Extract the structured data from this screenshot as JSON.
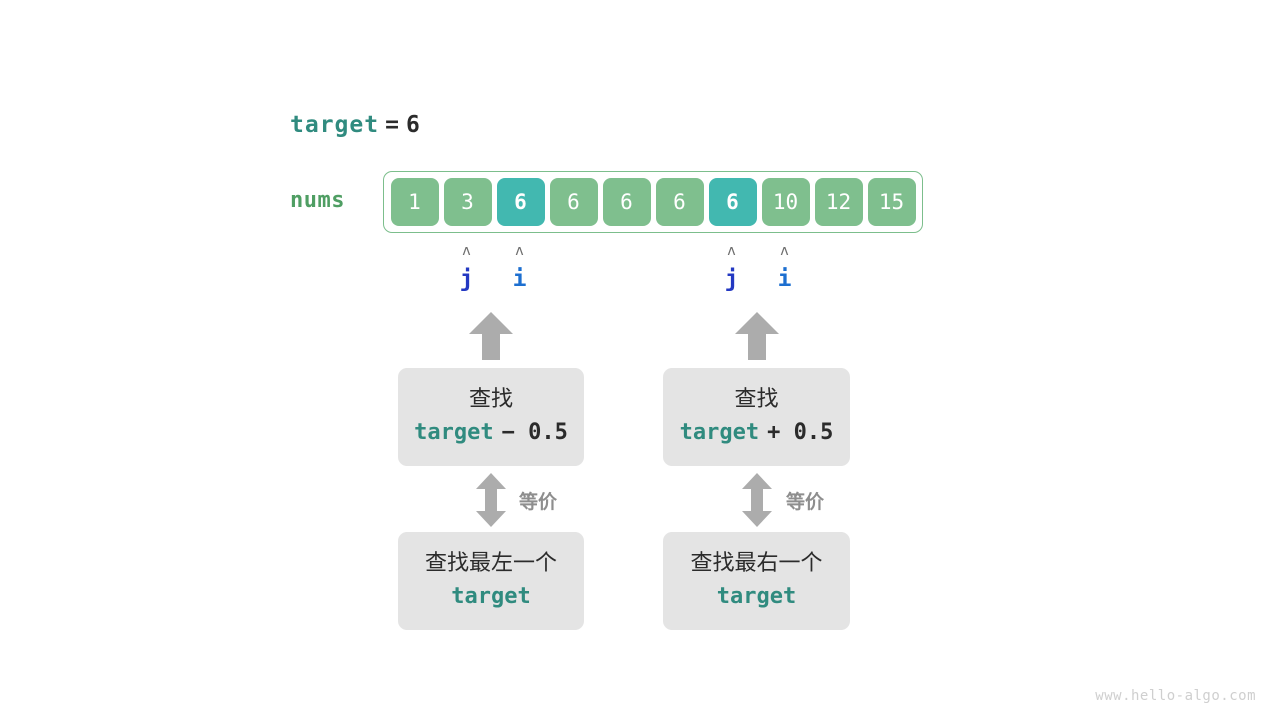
{
  "header": {
    "target_name": "target",
    "equals": "=",
    "target_value": "6"
  },
  "array": {
    "label": "nums",
    "cells": [
      {
        "value": "1",
        "highlighted": false
      },
      {
        "value": "3",
        "highlighted": false
      },
      {
        "value": "6",
        "highlighted": true
      },
      {
        "value": "6",
        "highlighted": false
      },
      {
        "value": "6",
        "highlighted": false
      },
      {
        "value": "6",
        "highlighted": false
      },
      {
        "value": "6",
        "highlighted": true
      },
      {
        "value": "10",
        "highlighted": false
      },
      {
        "value": "12",
        "highlighted": false
      },
      {
        "value": "15",
        "highlighted": false
      }
    ]
  },
  "pointers": {
    "caret_glyph": "ʌ",
    "left_group": {
      "j": {
        "label": "j",
        "color": "#2338c2",
        "cell_index": 1
      },
      "i": {
        "label": "i",
        "color": "#1d6fd0",
        "cell_index": 2
      }
    },
    "right_group": {
      "j": {
        "label": "j",
        "color": "#2338c2",
        "cell_index": 6
      },
      "i": {
        "label": "i",
        "color": "#1d6fd0",
        "cell_index": 7
      }
    }
  },
  "left_column": {
    "upper_box": {
      "line1": "查找",
      "code_target": "target",
      "code_op": "− 0.5"
    },
    "equivalence_label": "等价",
    "lower_box": {
      "line1": "查找最左一个",
      "code_target": "target"
    }
  },
  "right_column": {
    "upper_box": {
      "line1": "查找",
      "code_target": "target",
      "code_op": "+ 0.5"
    },
    "equivalence_label": "等价",
    "lower_box": {
      "line1": "查找最右一个",
      "code_target": "target"
    }
  },
  "watermark": "www.hello-algo.com",
  "colors": {
    "cell_normal": "#7fbf8e",
    "cell_highlight": "#42b8b0",
    "array_border": "#7cbe8c",
    "teal_text": "#308b7f",
    "green_label": "#4f9e63",
    "box_bg": "#e4e4e4",
    "arrow_gray": "#acacac",
    "pointer_j": "#2338c2",
    "pointer_i": "#1d6fd0"
  }
}
